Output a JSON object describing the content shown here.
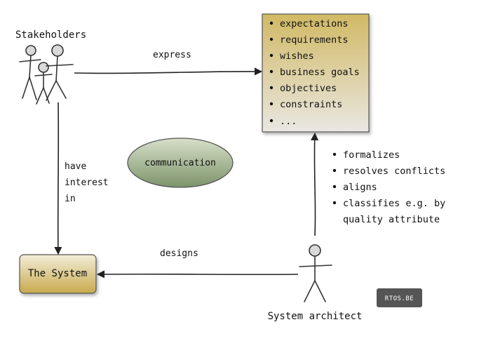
{
  "actors": {
    "stakeholders": "Stakeholders",
    "architect": "System architect"
  },
  "requirements_box": {
    "items": [
      "expectations",
      "requirements",
      "wishes",
      "business goals",
      "objectives",
      "constraints",
      "..."
    ]
  },
  "architect_tasks": {
    "items": [
      "formalizes",
      "resolves conflicts",
      "aligns",
      "classifies e.g. by",
      "quality attribute"
    ],
    "bullets": [
      true,
      true,
      true,
      true,
      false
    ]
  },
  "edges": {
    "express": "express",
    "interest": [
      "have",
      "interest",
      "in"
    ],
    "designs": "designs"
  },
  "communication": "communication",
  "system": "The System",
  "watermark": "RTOS.BE",
  "colors": {
    "box_top": "#d1b964",
    "box_bottom": "#e9e7e2",
    "ellipse_top": "#d7dfc9",
    "ellipse_bottom": "#7d946a",
    "system_top": "#f2edd8",
    "system_bottom": "#c8a94d",
    "watermark_bg": "#555555"
  }
}
